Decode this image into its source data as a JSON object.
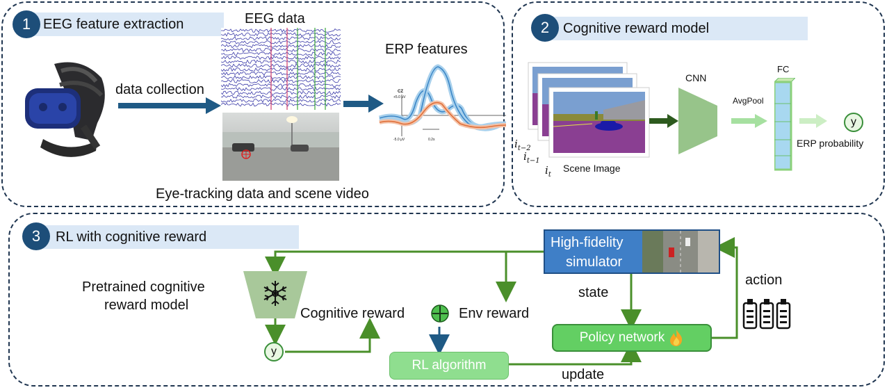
{
  "panel1": {
    "number": "1",
    "title": "EEG feature extraction",
    "eeg_data_label": "EEG data",
    "data_collection_label": "data collection",
    "erp_features_label": "ERP features",
    "erp_plot": {
      "channel": "CZ",
      "top_scale": "+5.0 μV",
      "bottom_scale": "-5.0 μV",
      "time_scale": "0.2s"
    },
    "eye_tracking_label": "Eye-tracking data and scene video"
  },
  "panel2": {
    "number": "2",
    "title": "Cognitive reward model",
    "frame_labels": [
      "i",
      "i",
      "i"
    ],
    "frame_subscripts": [
      "t−2",
      "t−1",
      "t"
    ],
    "scene_image_label": "Scene Image",
    "cnn_label": "CNN",
    "avgpool_label": "AvgPool",
    "fc_label": "FC",
    "output_symbol": "y",
    "erp_probability_label": "ERP probability"
  },
  "panel3": {
    "number": "3",
    "title": "RL with cognitive reward",
    "pretrained_label_line1": "Pretrained cognitive",
    "pretrained_label_line2": "reward model",
    "output_symbol": "y",
    "cognitive_reward_label": "Cognitive reward",
    "plus_symbol": "+",
    "env_reward_label": "Env reward",
    "rl_algorithm_label": "RL algorithm",
    "update_label": "update",
    "simulator_line1": "High-fidelity",
    "simulator_line2": "simulator",
    "state_label": "state",
    "policy_label": "Policy network",
    "action_label": "action"
  },
  "colors": {
    "panel_border": "#1f3550",
    "badge": "#1d4e79",
    "title_bar": "#dbe8f6",
    "green_arrow": "#4a8f2a",
    "blue_arrow": "#1f5a85",
    "policy_box": "#63cf63",
    "rl_box": "#8fde8f",
    "simulator_box": "#3f7fc7"
  }
}
